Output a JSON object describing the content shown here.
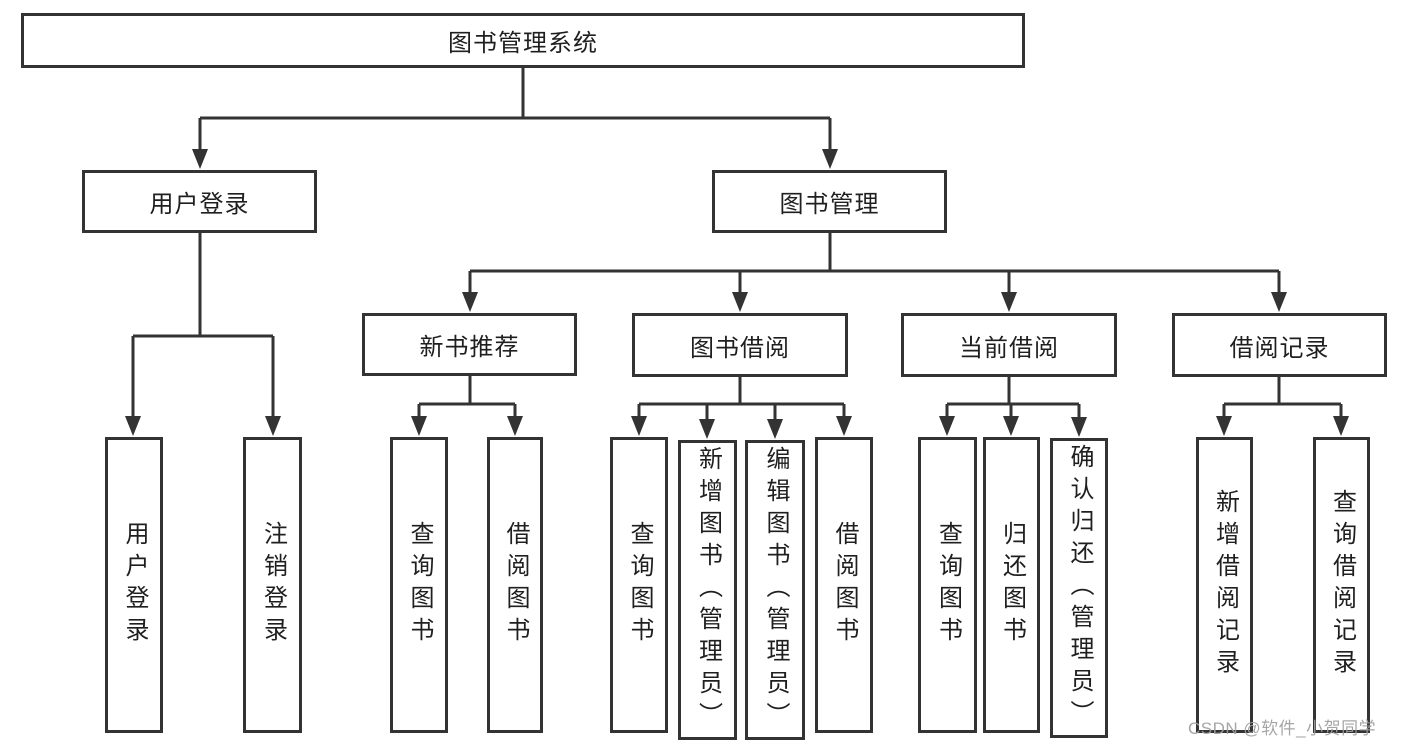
{
  "diagram": {
    "root": {
      "label": "图书管理系统"
    },
    "user_login": {
      "label": "用户登录",
      "children": [
        {
          "label": "用户登录"
        },
        {
          "label": "注销登录"
        }
      ]
    },
    "book_management": {
      "label": "图书管理",
      "sections": [
        {
          "label": "新书推荐",
          "children": [
            {
              "label": "查询图书"
            },
            {
              "label": "借阅图书"
            }
          ]
        },
        {
          "label": "图书借阅",
          "children": [
            {
              "label": "查询图书"
            },
            {
              "label": "新增图书（管理员）"
            },
            {
              "label": "编辑图书（管理员）"
            },
            {
              "label": "借阅图书"
            }
          ]
        },
        {
          "label": "当前借阅",
          "children": [
            {
              "label": "查询图书"
            },
            {
              "label": "归还图书"
            },
            {
              "label": "确认归还（管理员）"
            }
          ]
        },
        {
          "label": "借阅记录",
          "children": [
            {
              "label": "新增借阅记录"
            },
            {
              "label": "查询借阅记录"
            }
          ]
        }
      ]
    }
  },
  "watermark": {
    "text": "CSDN @软件_小贺同学"
  },
  "colors": {
    "line": "#333333",
    "box_border": "#333333",
    "text": "#1f1f1f",
    "watermark": "#9e9e9e",
    "background": "#ffffff"
  }
}
